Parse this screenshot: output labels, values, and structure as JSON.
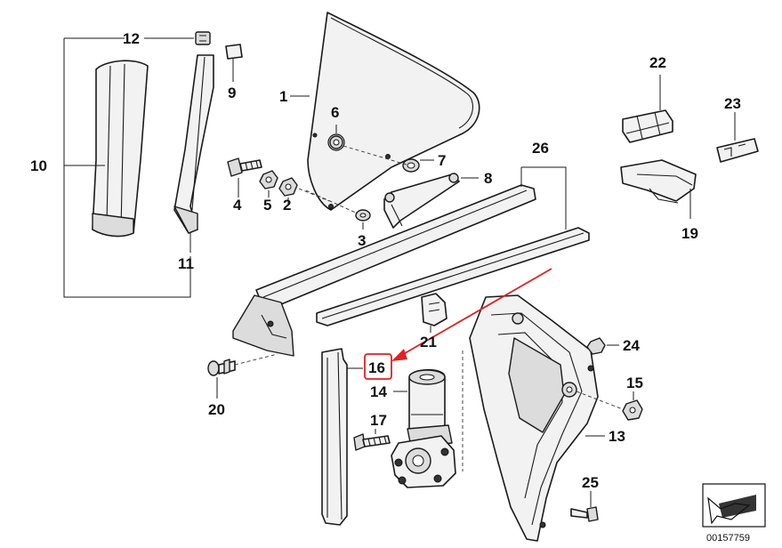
{
  "diagram": {
    "callouts": [
      {
        "id": "c1",
        "text": "1"
      },
      {
        "id": "c2",
        "text": "2"
      },
      {
        "id": "c3",
        "text": "3"
      },
      {
        "id": "c4",
        "text": "4"
      },
      {
        "id": "c5",
        "text": "5"
      },
      {
        "id": "c6",
        "text": "6"
      },
      {
        "id": "c7",
        "text": "7"
      },
      {
        "id": "c8",
        "text": "8"
      },
      {
        "id": "c9",
        "text": "9"
      },
      {
        "id": "c10",
        "text": "10"
      },
      {
        "id": "c11",
        "text": "11"
      },
      {
        "id": "c12",
        "text": "12"
      },
      {
        "id": "c13",
        "text": "13"
      },
      {
        "id": "c14",
        "text": "14"
      },
      {
        "id": "c15",
        "text": "15"
      },
      {
        "id": "c16",
        "text": "16"
      },
      {
        "id": "c17",
        "text": "17"
      },
      {
        "id": "c19",
        "text": "19"
      },
      {
        "id": "c20",
        "text": "20"
      },
      {
        "id": "c21",
        "text": "21"
      },
      {
        "id": "c22",
        "text": "22"
      },
      {
        "id": "c23",
        "text": "23"
      },
      {
        "id": "c24",
        "text": "24"
      },
      {
        "id": "c25",
        "text": "25"
      },
      {
        "id": "c26",
        "text": "26"
      }
    ],
    "highlighted_callout": "16",
    "reference_number": "00157759",
    "colors": {
      "highlight": "#e02020",
      "ink": "#111111",
      "background": "#ffffff"
    }
  }
}
